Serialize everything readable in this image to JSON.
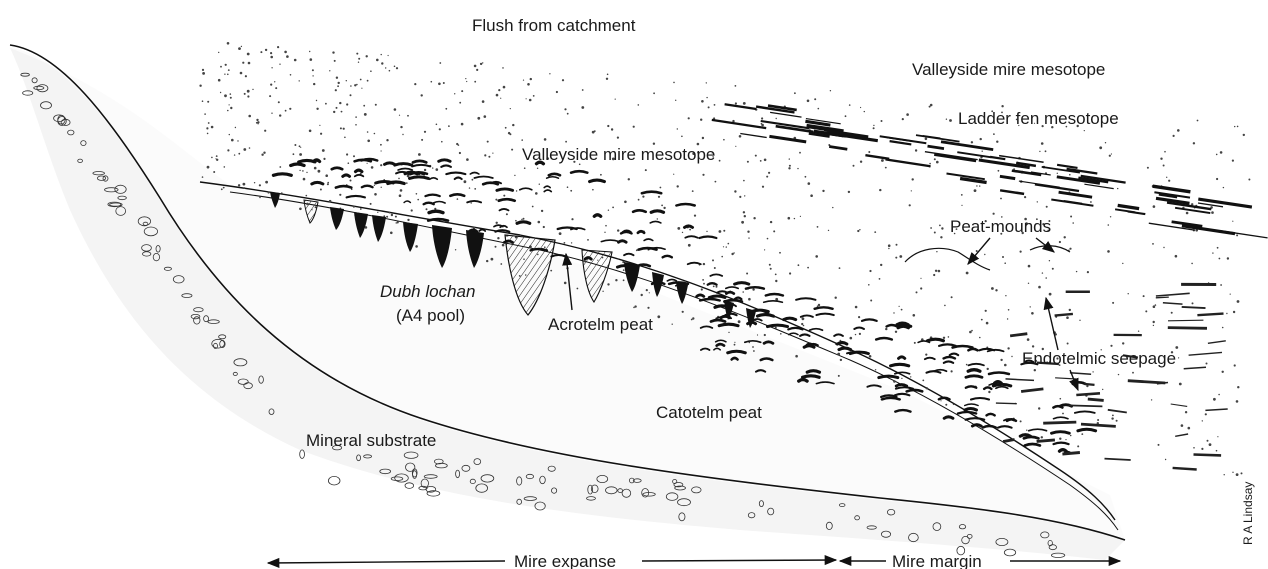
{
  "diagram": {
    "labels": {
      "flush": "Flush from catchment",
      "valleyside_upper": "Valleyside mire mesotope",
      "ladder_fen": "Ladder fen mesotope",
      "valleyside_mid": "Valleyside mire mesotope",
      "peat_mounds": "Peat-mounds",
      "dubh_lochan": "Dubh lochan",
      "a4_pool": "(A4 pool)",
      "acrotelm": "Acrotelm peat",
      "endotelmic": "Endotelmic seepage",
      "catotelm": "Catotelm peat",
      "mineral": "Mineral substrate",
      "mire_expanse": "Mire expanse",
      "mire_margin": "Mire margin"
    },
    "signature": "R A Lindsay",
    "colors": {
      "ink": "#111111",
      "paper": "#ffffff"
    }
  }
}
